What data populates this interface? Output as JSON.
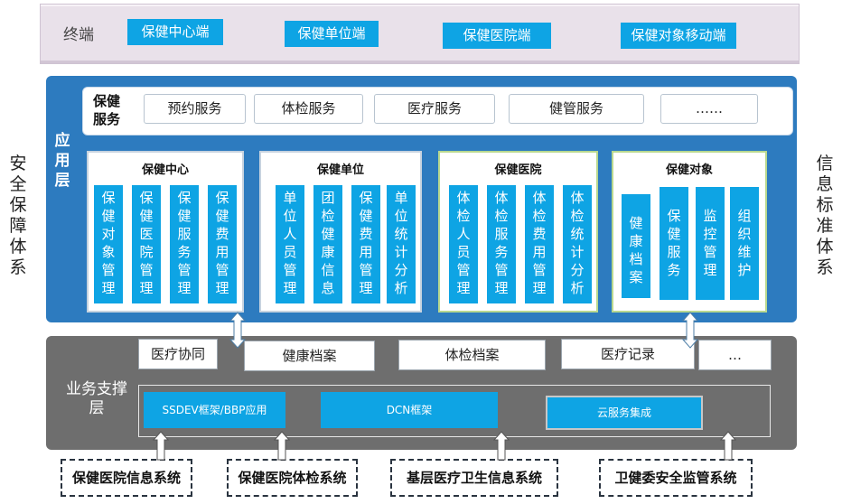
{
  "left_label": "安全保障体系",
  "right_label": "信息标准体系",
  "terminal": {
    "title": "终端",
    "items": [
      "保健中心端",
      "保健单位端",
      "保健医院端",
      "保健对象移动端"
    ]
  },
  "app_layer": {
    "title": "应用层",
    "service_bar": {
      "title": "保健服务",
      "items": [
        "预约服务",
        "体检服务",
        "医疗服务",
        "健管服务",
        "……"
      ]
    },
    "modules": [
      {
        "title": "保健中心",
        "items": [
          "保健对象管理",
          "保健医院管理",
          "保健服务管理",
          "保健费用管理"
        ]
      },
      {
        "title": "保健单位",
        "items": [
          "单位人员管理",
          "团检健康信息",
          "保健费用管理",
          "单位统计分析"
        ]
      },
      {
        "title": "保健医院",
        "items": [
          "体检人员管理",
          "体检服务管理",
          "体检费用管理",
          "体检统计分析"
        ]
      },
      {
        "title": "保健对象",
        "items": [
          "健康档案",
          "保健服务",
          "监控管理",
          "组织维护"
        ]
      }
    ]
  },
  "support_layer": {
    "title": "业务支撑层",
    "tabs": [
      "医疗协同",
      "健康档案",
      "体检档案",
      "医疗记录",
      "…"
    ],
    "frameworks": [
      "SSDEV框架/BBP应用",
      "DCN框架",
      "云服务集成"
    ]
  },
  "systems": [
    "保健医院信息系统",
    "保健医院体检系统",
    "基层医疗卫生信息系统",
    "卫健委安全监管系统"
  ],
  "colors": {
    "accent": "#0ea4e4",
    "app_layer_bg": "#2d7bbf",
    "support_layer_bg": "#6e6e6e",
    "terminal_bg": "#e9e1ea"
  }
}
